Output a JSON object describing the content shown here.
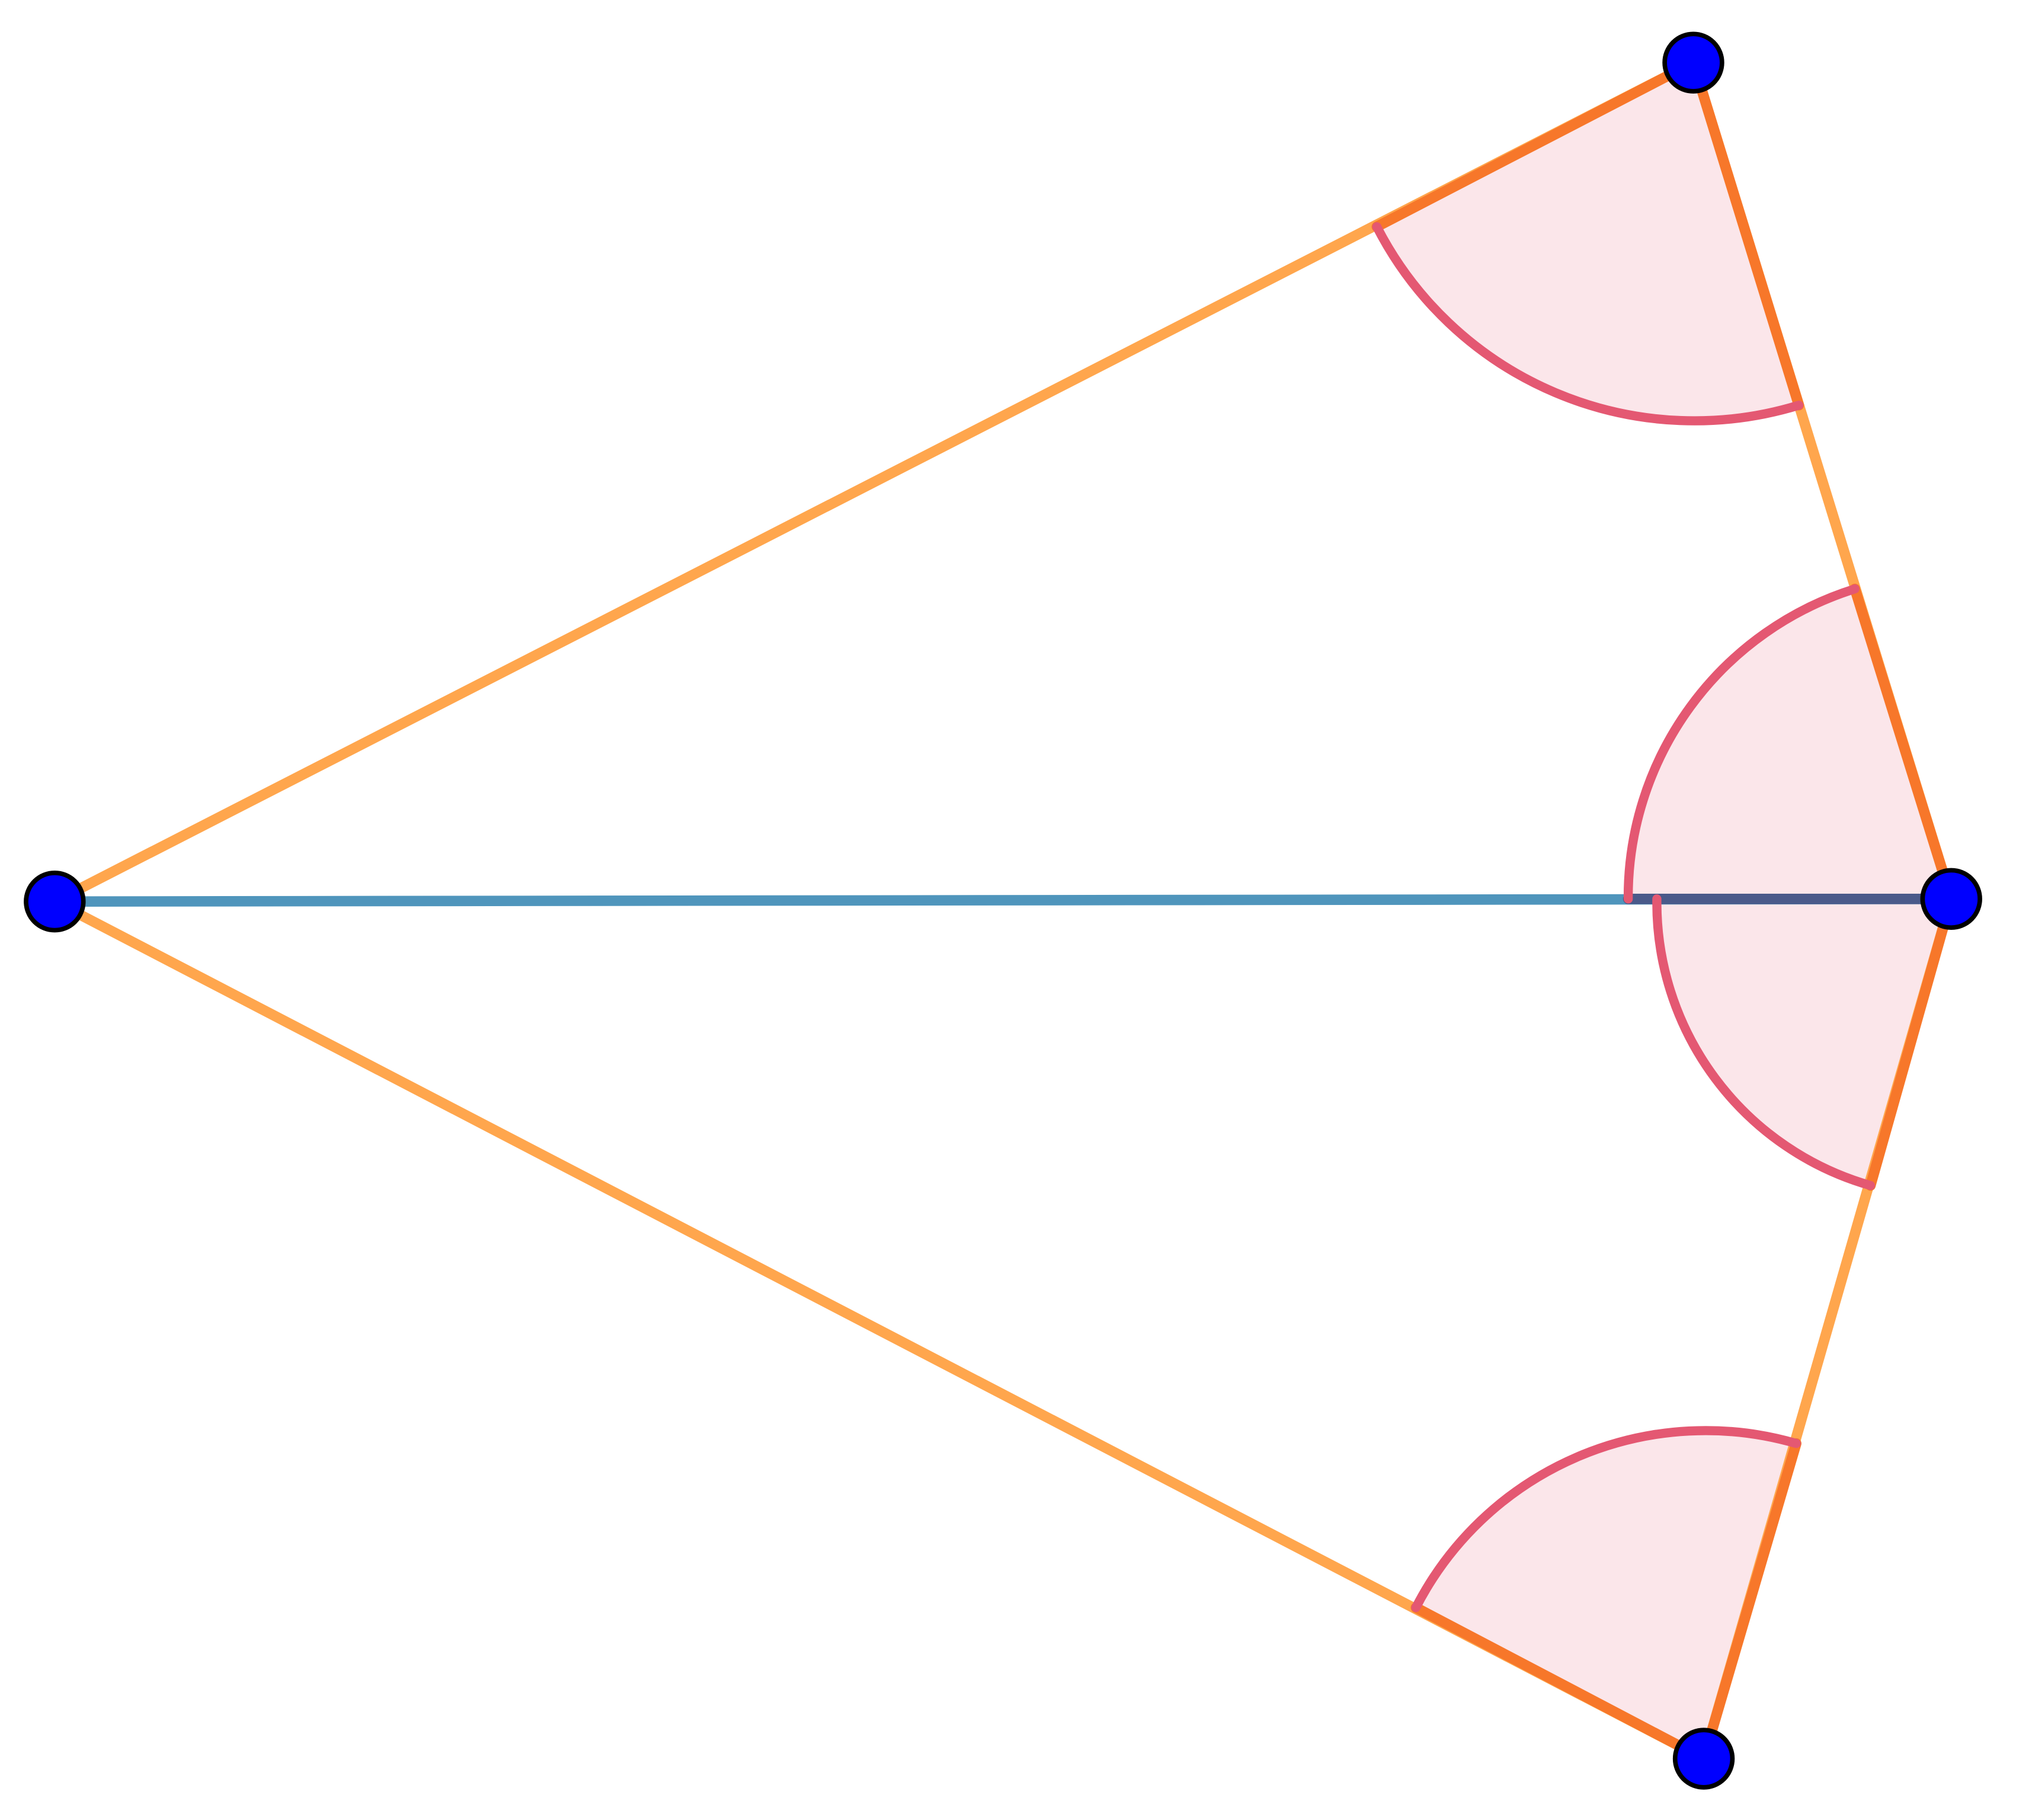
{
  "diagram": {
    "type": "kite-with-angle-marks",
    "points": [
      "left-vertex",
      "top-vertex",
      "right-vertex",
      "bottom-vertex"
    ],
    "angle_marks": [
      "angle-top",
      "angle-right-upper",
      "angle-right-lower",
      "angle-bottom"
    ],
    "colors": {
      "edge": "#FFA64D",
      "edge_highlight": "#F7772A",
      "diagonal": "#4F95BC",
      "diagonal_highlight": "#4A5A8A",
      "angle_fill": "#FBE6EA",
      "angle_stroke": "#E45872",
      "point_fill": "#0000FF",
      "point_stroke": "#000000"
    }
  }
}
